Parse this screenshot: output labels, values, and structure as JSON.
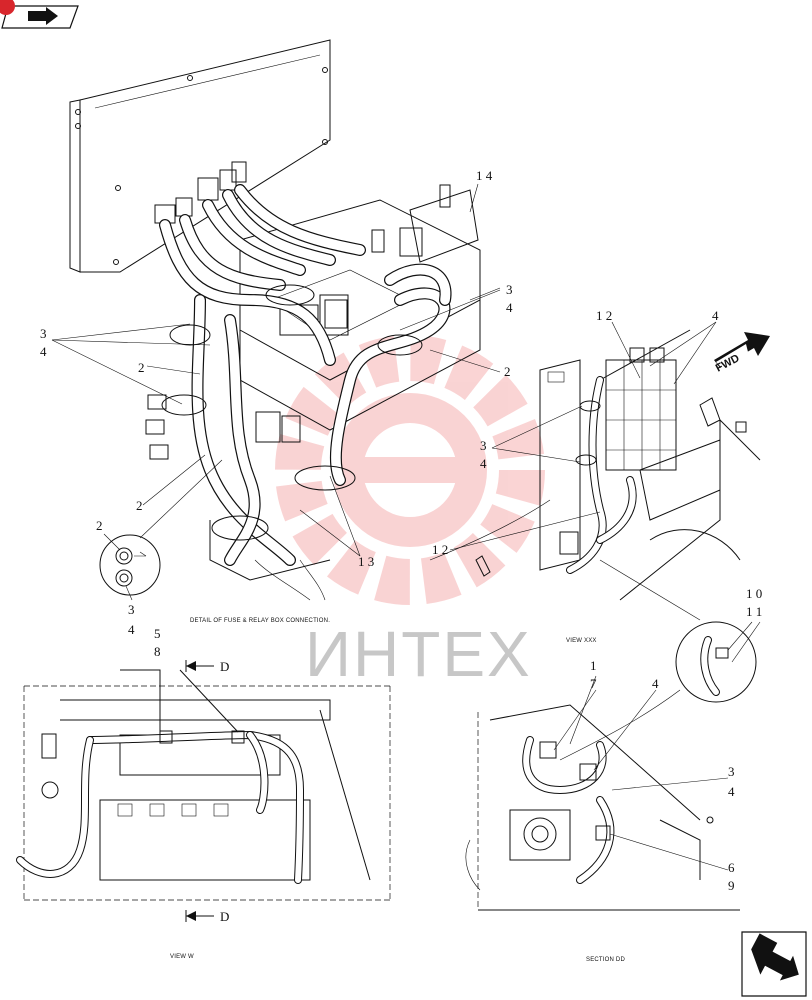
{
  "watermark": {
    "text": "ИНТЕХ",
    "color": "#e83a3a"
  },
  "nav": {
    "top_left_icon": "back-arrow-icon",
    "bottom_right_icon": "next-page-arrow-icon"
  },
  "fwd_label": "FWD",
  "captions": {
    "detail": "DETAIL OF FUSE & RELAY BOX CONNECTION.",
    "view_xxx": "VIEW XXX",
    "view_w": "VIEW W",
    "section_dd": "SECTION DD"
  },
  "section_markers": {
    "d_top": "D",
    "d_bottom": "D"
  },
  "callouts": {
    "c14": "1 4",
    "c3a": "3",
    "c4a": "4",
    "c3b": "3",
    "c4b": "4",
    "c2a": "2",
    "c2b": "2",
    "c2c": "2",
    "c2d": "2",
    "c3c": "3",
    "c4c": "4",
    "c13": "1 3",
    "c12a": "1 2",
    "c4d": "4",
    "c3d": "3",
    "c4e": "4",
    "c12b": "1 2",
    "c5": "5",
    "c8": "8",
    "c1": "1",
    "c7": "7",
    "c4f": "4",
    "c10": "1 0",
    "c11": "1 1",
    "c3e": "3",
    "c4g": "4",
    "c6": "6",
    "c9": "9"
  }
}
